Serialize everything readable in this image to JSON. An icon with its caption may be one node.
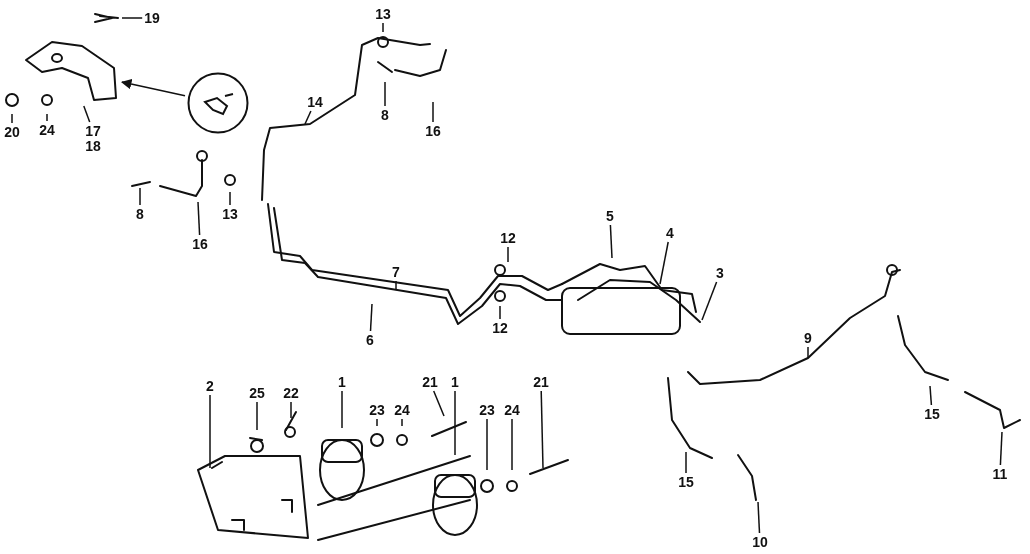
{
  "diagram": {
    "nodes": [
      {
        "text": [
          "13"
        ]
      },
      {
        "text": [
          "19"
        ]
      },
      {
        "text": [],
        "shape": "picture"
      },
      {
        "text": [],
        "shape": "circle"
      },
      {
        "text": [
          "20"
        ]
      },
      {
        "text": [
          "24"
        ]
      },
      {
        "text": [
          "17"
        ]
      },
      {
        "text": [
          "18"
        ]
      },
      {
        "text": [
          "14"
        ]
      },
      {
        "text": [
          "8"
        ]
      },
      {
        "text": [
          "16"
        ]
      },
      {
        "text": [
          "8"
        ]
      },
      {
        "text": [
          "13"
        ]
      },
      {
        "text": [
          "16"
        ]
      },
      {
        "text": [
          "5"
        ]
      },
      {
        "text": [
          "12"
        ]
      },
      {
        "text": [
          "4"
        ]
      },
      {
        "text": [
          "7"
        ]
      },
      {
        "text": [
          "3"
        ]
      },
      {
        "text": [
          "12"
        ]
      },
      {
        "text": [
          "6"
        ]
      },
      {
        "text": [
          "9"
        ]
      },
      {
        "text": [
          "2"
        ]
      },
      {
        "text": [
          "25"
        ]
      },
      {
        "text": [
          "22"
        ]
      },
      {
        "text": [
          "1"
        ]
      },
      {
        "text": [
          "23"
        ]
      },
      {
        "text": [
          "24"
        ]
      },
      {
        "text": [
          "21"
        ]
      },
      {
        "text": [
          "1"
        ]
      },
      {
        "text": [
          "23"
        ]
      },
      {
        "text": [
          "24"
        ]
      },
      {
        "text": [
          "21"
        ]
      },
      {
        "text": [
          "15"
        ]
      },
      {
        "text": [
          "15"
        ]
      },
      {
        "text": [
          "11"
        ]
      },
      {
        "text": [
          "10"
        ]
      }
    ],
    "edges": [
      {
        "from": 0,
        "to": null,
        "arrow": "none"
      },
      {
        "from": 1,
        "to": null,
        "arrow": "none"
      },
      {
        "from": 3,
        "to": 2,
        "arrow": "to"
      },
      {
        "from": 4,
        "to": null,
        "arrow": "none"
      },
      {
        "from": 5,
        "to": null,
        "arrow": "none"
      },
      {
        "from": 6,
        "to": 2,
        "arrow": "none"
      },
      {
        "from": 8,
        "to": null,
        "arrow": "none"
      },
      {
        "from": 9,
        "to": null,
        "arrow": "none"
      },
      {
        "from": 10,
        "to": null,
        "arrow": "none"
      },
      {
        "from": 11,
        "to": null,
        "arrow": "none"
      },
      {
        "from": 12,
        "to": null,
        "arrow": "none"
      },
      {
        "from": 13,
        "to": null,
        "arrow": "none"
      },
      {
        "from": 14,
        "to": null,
        "arrow": "none"
      },
      {
        "from": 15,
        "to": null,
        "arrow": "none"
      },
      {
        "from": 16,
        "to": null,
        "arrow": "none"
      },
      {
        "from": 17,
        "to": null,
        "arrow": "none"
      },
      {
        "from": 18,
        "to": null,
        "arrow": "none"
      },
      {
        "from": 19,
        "to": null,
        "arrow": "none"
      },
      {
        "from": 20,
        "to": null,
        "arrow": "none"
      },
      {
        "from": 21,
        "to": null,
        "arrow": "none"
      },
      {
        "from": 22,
        "to": null,
        "arrow": "none"
      },
      {
        "from": 23,
        "to": null,
        "arrow": "none"
      },
      {
        "from": 24,
        "to": null,
        "arrow": "none"
      },
      {
        "from": 25,
        "to": null,
        "arrow": "none"
      },
      {
        "from": 26,
        "to": null,
        "arrow": "none"
      },
      {
        "from": 27,
        "to": null,
        "arrow": "none"
      },
      {
        "from": 28,
        "to": null,
        "arrow": "none"
      },
      {
        "from": 29,
        "to": null,
        "arrow": "none"
      },
      {
        "from": 30,
        "to": null,
        "arrow": "none"
      },
      {
        "from": 31,
        "to": null,
        "arrow": "none"
      },
      {
        "from": 32,
        "to": null,
        "arrow": "none"
      },
      {
        "from": 33,
        "to": null,
        "arrow": "none"
      },
      {
        "from": 34,
        "to": null,
        "arrow": "none"
      },
      {
        "from": 35,
        "to": null,
        "arrow": "none"
      },
      {
        "from": 36,
        "to": null,
        "arrow": "none"
      }
    ]
  }
}
